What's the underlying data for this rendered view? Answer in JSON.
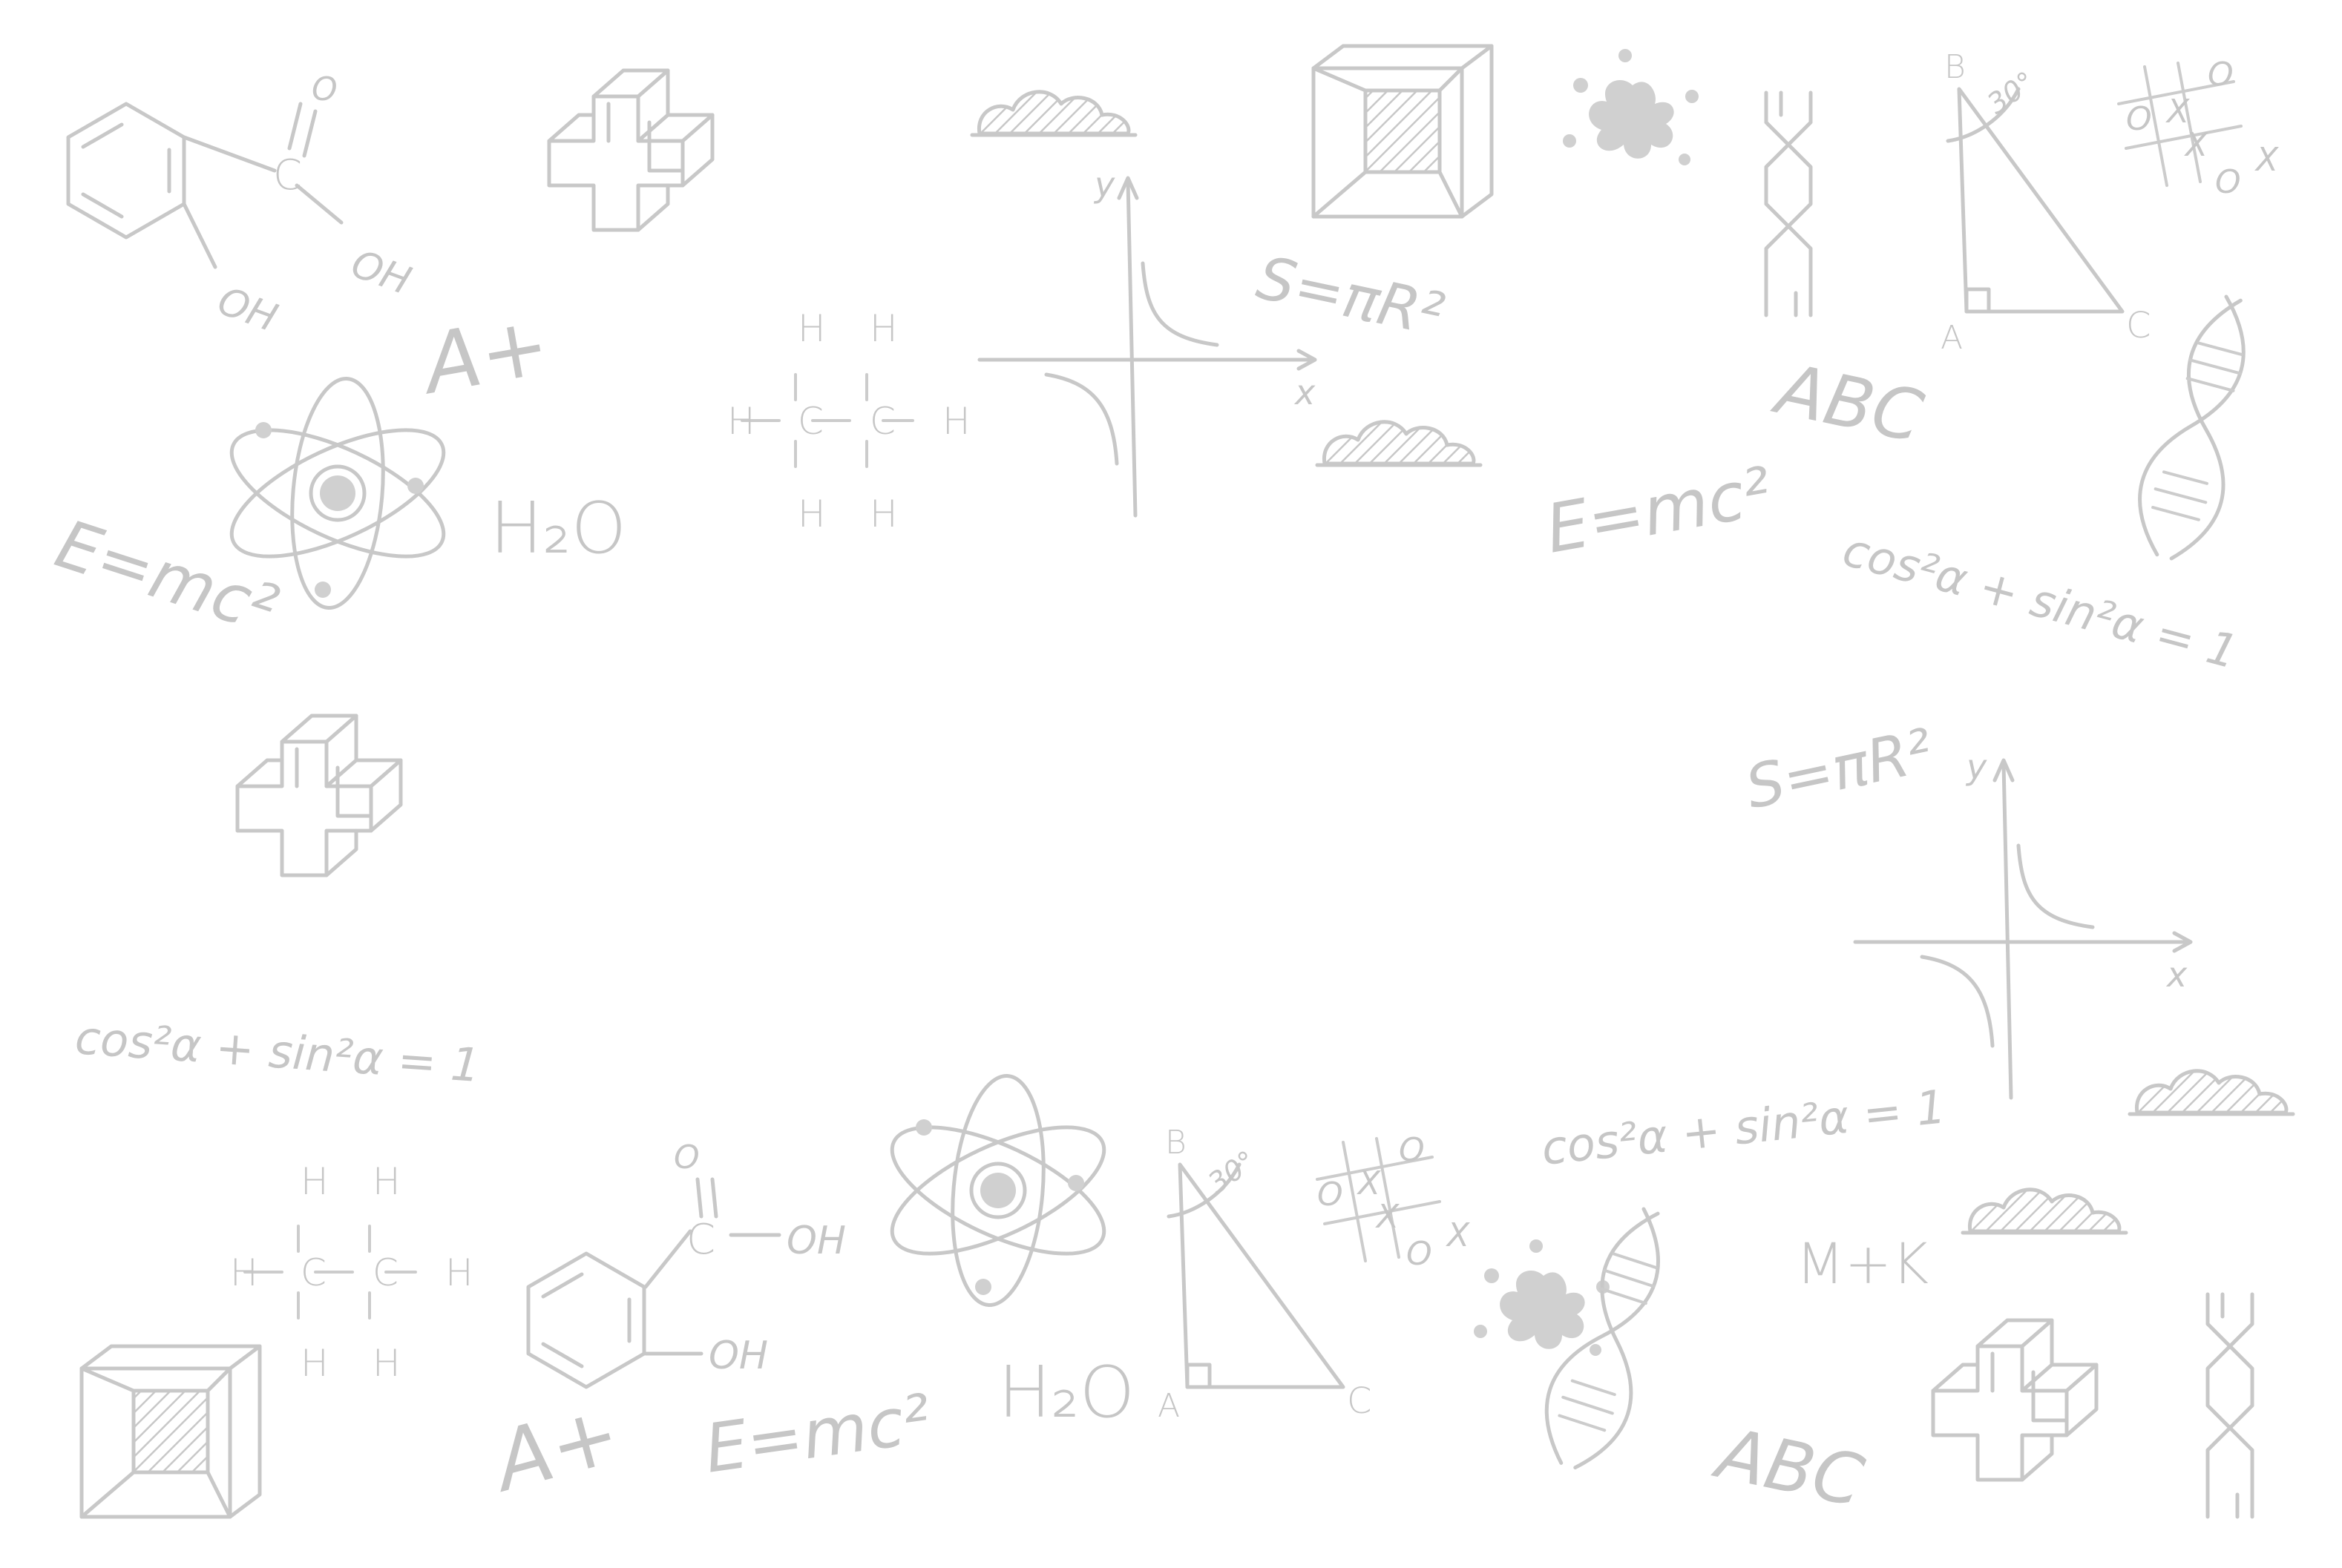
{
  "palette": {
    "background": "#ffffff",
    "doodle": "#c8c8c8"
  },
  "formulas": {
    "emc2": "E=mc²",
    "circle_area": "S=πR²",
    "trig_identity": "cos²α + sin²α = 1",
    "water": "H₂O",
    "grade": "A+",
    "abc": "ABC",
    "mk": "M+K",
    "carbonyl_o": "O",
    "hydroxyl": "OH",
    "axis_x": "x",
    "axis_y": "y",
    "triangle_a": "A",
    "triangle_b": "B",
    "triangle_c": "C",
    "angle": "30°",
    "tic_x": "X",
    "tic_o": "O",
    "h": "H",
    "c": "C"
  },
  "icons": [
    "benzoic-acid-molecule-icon",
    "3d-cross-icon",
    "cloud-icon",
    "cube-icon",
    "ink-splash-icon",
    "braid-icon",
    "right-triangle-icon",
    "tic-tac-toe-icon",
    "dna-helix-icon",
    "atom-icon",
    "ethane-molecule-icon",
    "hyperbola-graph-icon"
  ]
}
